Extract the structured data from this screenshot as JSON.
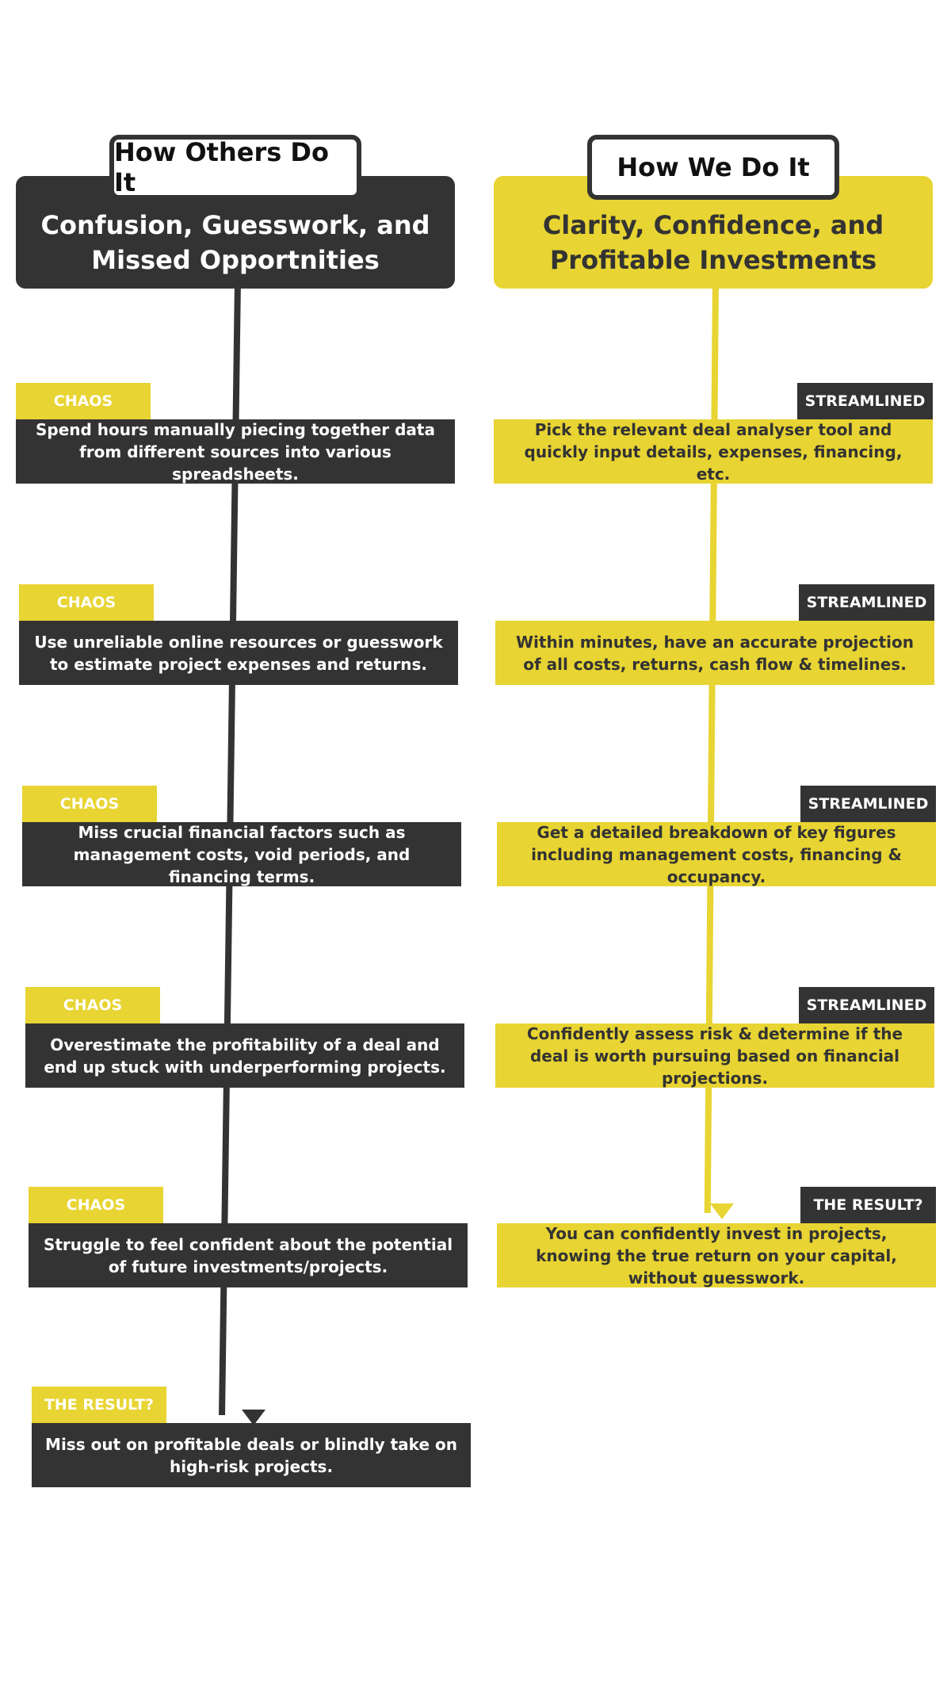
{
  "left": {
    "tab_title": "How Others Do It",
    "header_title": "Confusion, Guesswork, and Missed Opportnities",
    "steps": [
      {
        "label": "CHAOS",
        "text": "Spend hours manually piecing together data from different sources into various spreadsheets."
      },
      {
        "label": "CHAOS",
        "text": "Use unreliable online resources or guesswork to estimate project expenses and returns."
      },
      {
        "label": "CHAOS",
        "text": "Miss crucial financial factors such as management costs, void periods, and financing terms."
      },
      {
        "label": "CHAOS",
        "text": "Overestimate the profitability of a deal and end up stuck with underperforming projects."
      },
      {
        "label": "CHAOS",
        "text": "Struggle to feel confident about the potential of future investments/projects."
      }
    ],
    "result": {
      "label": "THE RESULT?",
      "text": "Miss out on profitable deals or blindly take on high-risk projects."
    }
  },
  "right": {
    "tab_title": "How We Do It",
    "header_title": "Clarity, Confidence, and Profitable Investments",
    "steps": [
      {
        "label": "STREAMLINED",
        "text": "Pick the relevant deal analyser tool and quickly input details, expenses, financing, etc."
      },
      {
        "label": "STREAMLINED",
        "text": "Within minutes, have an accurate projection of all costs, returns, cash flow & timelines."
      },
      {
        "label": "STREAMLINED",
        "text": "Get a detailed breakdown of key figures including management costs, financing & occupancy."
      },
      {
        "label": "STREAMLINED",
        "text": "Confidently assess risk & determine if the deal is worth pursuing based on financial projections."
      }
    ],
    "result": {
      "label": "THE RESULT?",
      "text": "You can confidently invest in projects, knowing the true return on your capital, without guesswork."
    }
  },
  "colors": {
    "dark": "#333333",
    "yellow": "#e8d432",
    "white": "#ffffff"
  }
}
